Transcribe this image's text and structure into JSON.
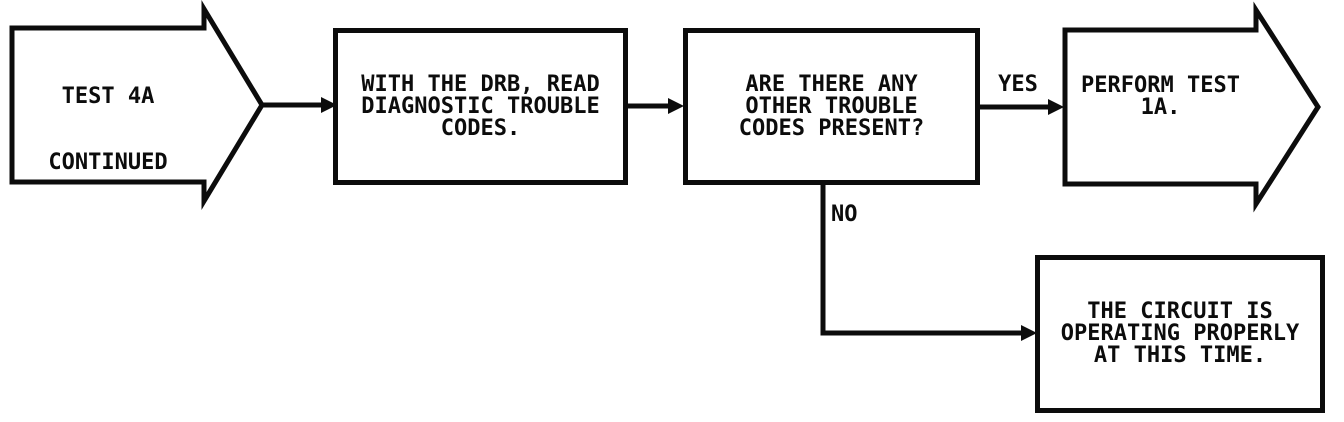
{
  "colors": {
    "ink": "#0c0c0c",
    "background": "#ffffff"
  },
  "flowchart": {
    "start_arrow": {
      "lines": [
        "TEST 4A",
        "CONTINUED"
      ]
    },
    "process_box": {
      "lines": [
        "WITH THE DRB, READ",
        "DIAGNOSTIC TROUBLE",
        "CODES."
      ]
    },
    "decision_box": {
      "lines": [
        "ARE THERE ANY",
        "OTHER TROUBLE",
        "CODES PRESENT?"
      ]
    },
    "yes_branch": {
      "label": "YES"
    },
    "no_branch": {
      "label": "NO"
    },
    "perform_arrow": {
      "lines": [
        "PERFORM TEST",
        "1A."
      ]
    },
    "result_box": {
      "lines": [
        "THE CIRCUIT IS",
        "OPERATING PROPERLY",
        "AT THIS TIME."
      ]
    }
  }
}
